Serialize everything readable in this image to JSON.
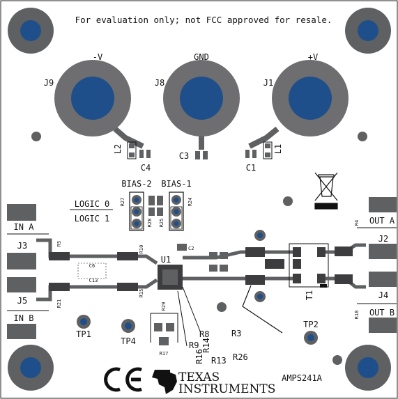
{
  "notice": "For evaluation only; not FCC approved for resale.",
  "connectors": {
    "j9": {
      "ref": "J9",
      "net": "-V"
    },
    "j8": {
      "ref": "J8",
      "net": "GND"
    },
    "j1": {
      "ref": "J1",
      "net": "+V"
    },
    "j3": {
      "ref": "J3",
      "net": "IN A"
    },
    "j5": {
      "ref": "J5",
      "net": "IN B"
    },
    "j2": {
      "ref": "J2",
      "net": "OUT A"
    },
    "j4": {
      "ref": "J4",
      "net": "OUT B"
    }
  },
  "jumpers": {
    "bias2": "BIAS-2",
    "bias1": "BIAS-1",
    "logic0": "LOGIC 0",
    "logic1": "LOGIC 1"
  },
  "refdes": {
    "l2": "L2",
    "l1": "L1",
    "c4": "C4",
    "c3": "C3",
    "c1": "C1",
    "r27": "R27",
    "r28": "R28",
    "r25": "R25",
    "r24": "R24",
    "r5": "R5",
    "r21": "R21",
    "c6": "C6",
    "c13": "C13",
    "r10": "R10",
    "r15": "R15",
    "c2": "C2",
    "u1": "U1",
    "r29": "R29",
    "r17": "R17",
    "r8": "R8",
    "r9": "R9",
    "r14": "R14",
    "r16": "R16",
    "r13": "R13",
    "r26": "R26",
    "r3": "R3",
    "t1": "T1",
    "r4": "R4",
    "r18": "R18",
    "tp1": "TP1",
    "tp4": "TP4",
    "tp2": "TP2"
  },
  "logos": {
    "ce": "CE",
    "ti_line1": "TEXAS",
    "ti_line2": "INSTRUMENTS"
  },
  "board_name": "AMPS241A",
  "colors": {
    "pad_gray": "#5f6062",
    "ring_gray": "#6e6e70",
    "hole_blue": "#1e4f8a",
    "silk": "#111111",
    "copper_dark": "#3d3d3f"
  }
}
